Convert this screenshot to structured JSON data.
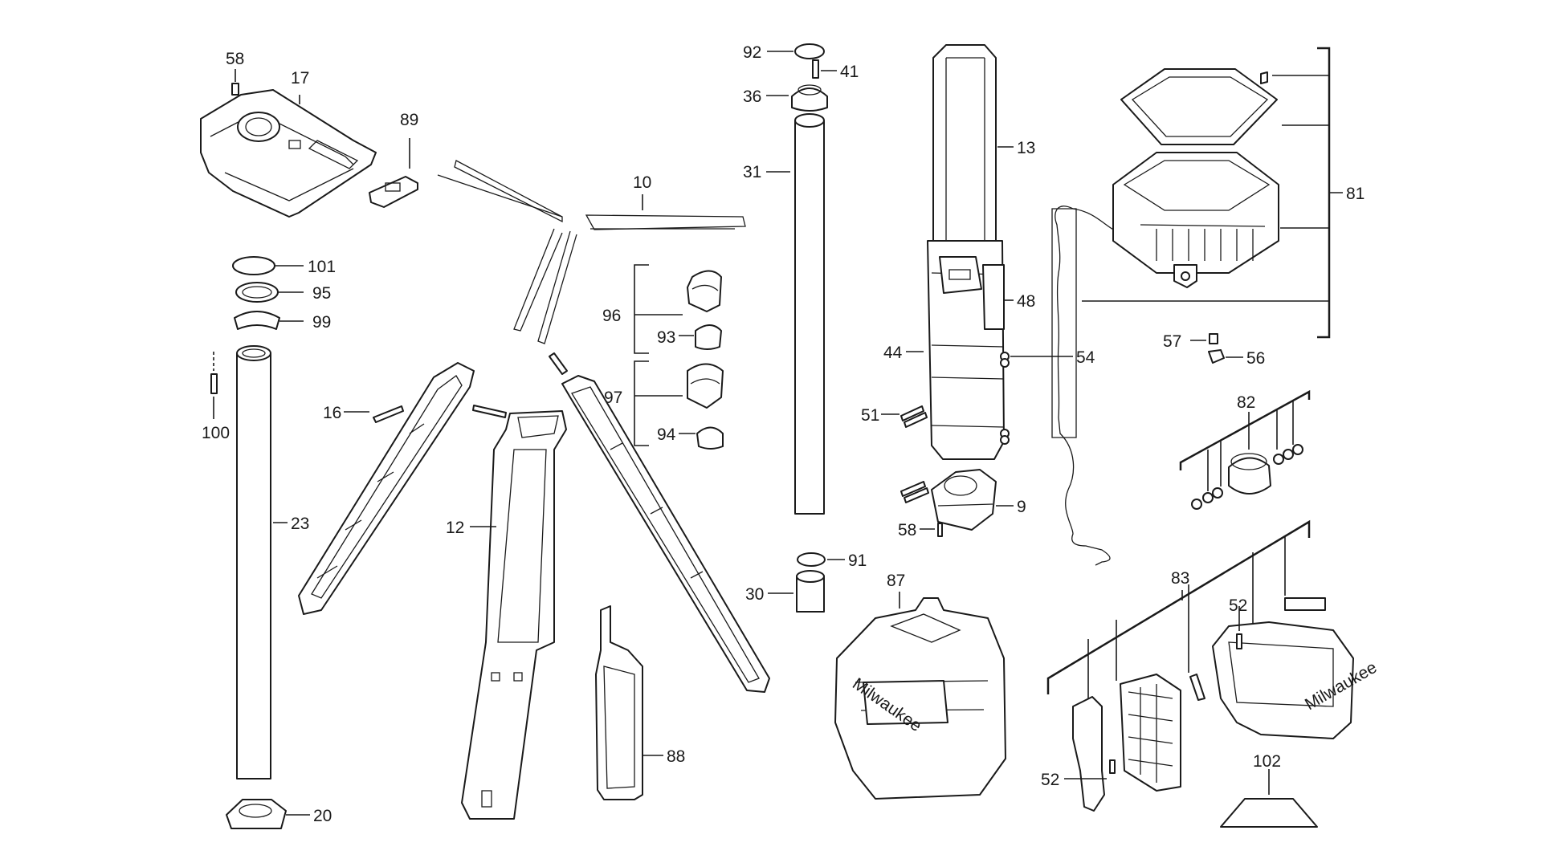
{
  "diagram": {
    "labels": {
      "p58a": "58",
      "p17": "17",
      "p89": "89",
      "p10": "10",
      "p92": "92",
      "p41": "41",
      "p36": "36",
      "p31": "31",
      "p13": "13",
      "p81": "81",
      "p101": "101",
      "p95": "95",
      "p99": "99",
      "p100": "100",
      "p16": "16",
      "p23": "23",
      "p12": "12",
      "p96": "96",
      "p93": "93",
      "p97": "97",
      "p94": "94",
      "p48": "48",
      "p44": "44",
      "p54": "54",
      "p51": "51",
      "p57": "57",
      "p56": "56",
      "p82": "82",
      "p9": "9",
      "p58b": "58",
      "p91": "91",
      "p30": "30",
      "p87": "87",
      "p83": "83",
      "p52a": "52",
      "p52b": "52",
      "p102": "102",
      "p88": "88",
      "p20": "20"
    },
    "brand_mark": "Milwaukee"
  }
}
